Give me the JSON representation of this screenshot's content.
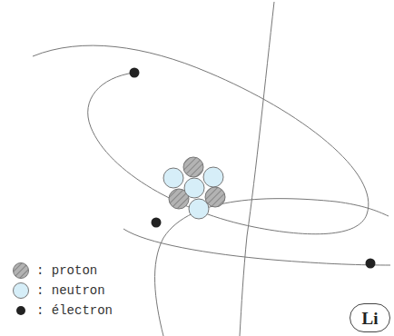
{
  "diagram": {
    "nodes": [
      {
        "text": [
          "Li"
        ]
      }
    ],
    "legend": [
      {
        "text": ": proton"
      },
      {
        "text": ": neutron",
        "color": "#d6eef8"
      },
      {
        "text": ": électron",
        "color": "#222222"
      }
    ]
  }
}
